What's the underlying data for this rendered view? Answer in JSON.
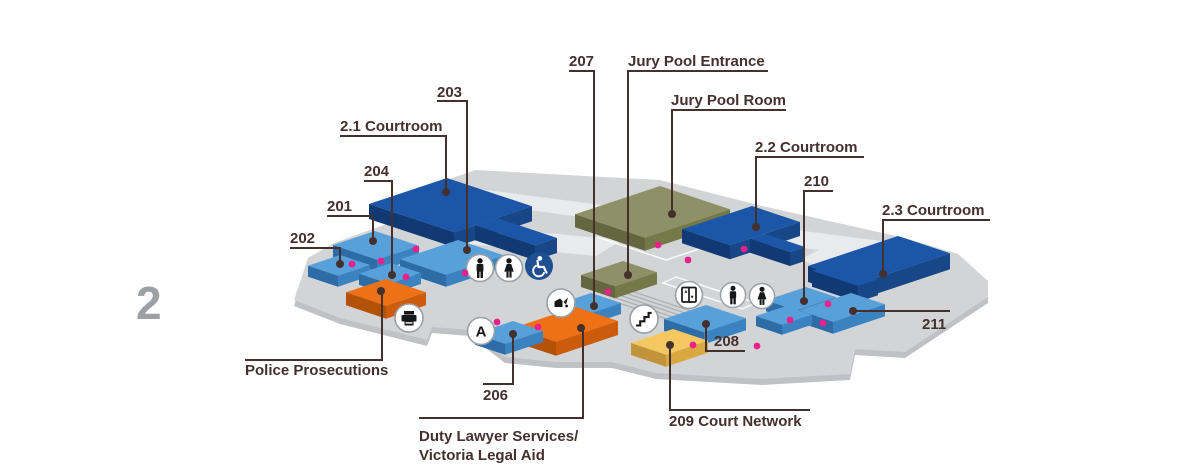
{
  "floor": {
    "number": "2"
  },
  "labels": {
    "courtroom_2_1": "2.1 Courtroom",
    "courtroom_2_2": "2.2 Courtroom",
    "courtroom_2_3": "2.3 Courtroom",
    "jury_pool_entrance": "Jury Pool Entrance",
    "jury_pool_room": "Jury Pool Room",
    "room_201": "201",
    "room_202": "202",
    "room_203": "203",
    "room_204": "204",
    "room_206": "206",
    "room_207": "207",
    "room_208": "208",
    "room_210": "210",
    "room_211": "211",
    "police_prosecutions": "Police Prosecutions",
    "duty_lawyer_line1": "Duty Lawyer Services/",
    "duty_lawyer_line2": "Victoria Legal Aid",
    "court_network_209": "209 Court Network",
    "letter_a_glyph": "A"
  },
  "icons": [
    "printer-icon",
    "male-toilet-icon",
    "female-toilet-icon",
    "accessible-toilet-icon",
    "water-fountain-icon",
    "letter-a-icon",
    "stairs-icon",
    "lift-icon",
    "male-toilet-icon",
    "female-toilet-icon"
  ],
  "colors": {
    "courtroom_dark_blue": "#1c56a8",
    "room_light_blue": "#58a0da",
    "jury_olive": "#8e9168",
    "service_orange": "#ee7115",
    "court_network_yellow": "#f5c761",
    "floor_gray": "#d3d4d6",
    "floor_edge_gray": "#bfc1c4",
    "label_brown": "#44302d",
    "entrance_dot_pink": "#ec1f8c",
    "accessible_blue": "#1d4f91",
    "floor_number_gray": "#9ba1a6"
  }
}
